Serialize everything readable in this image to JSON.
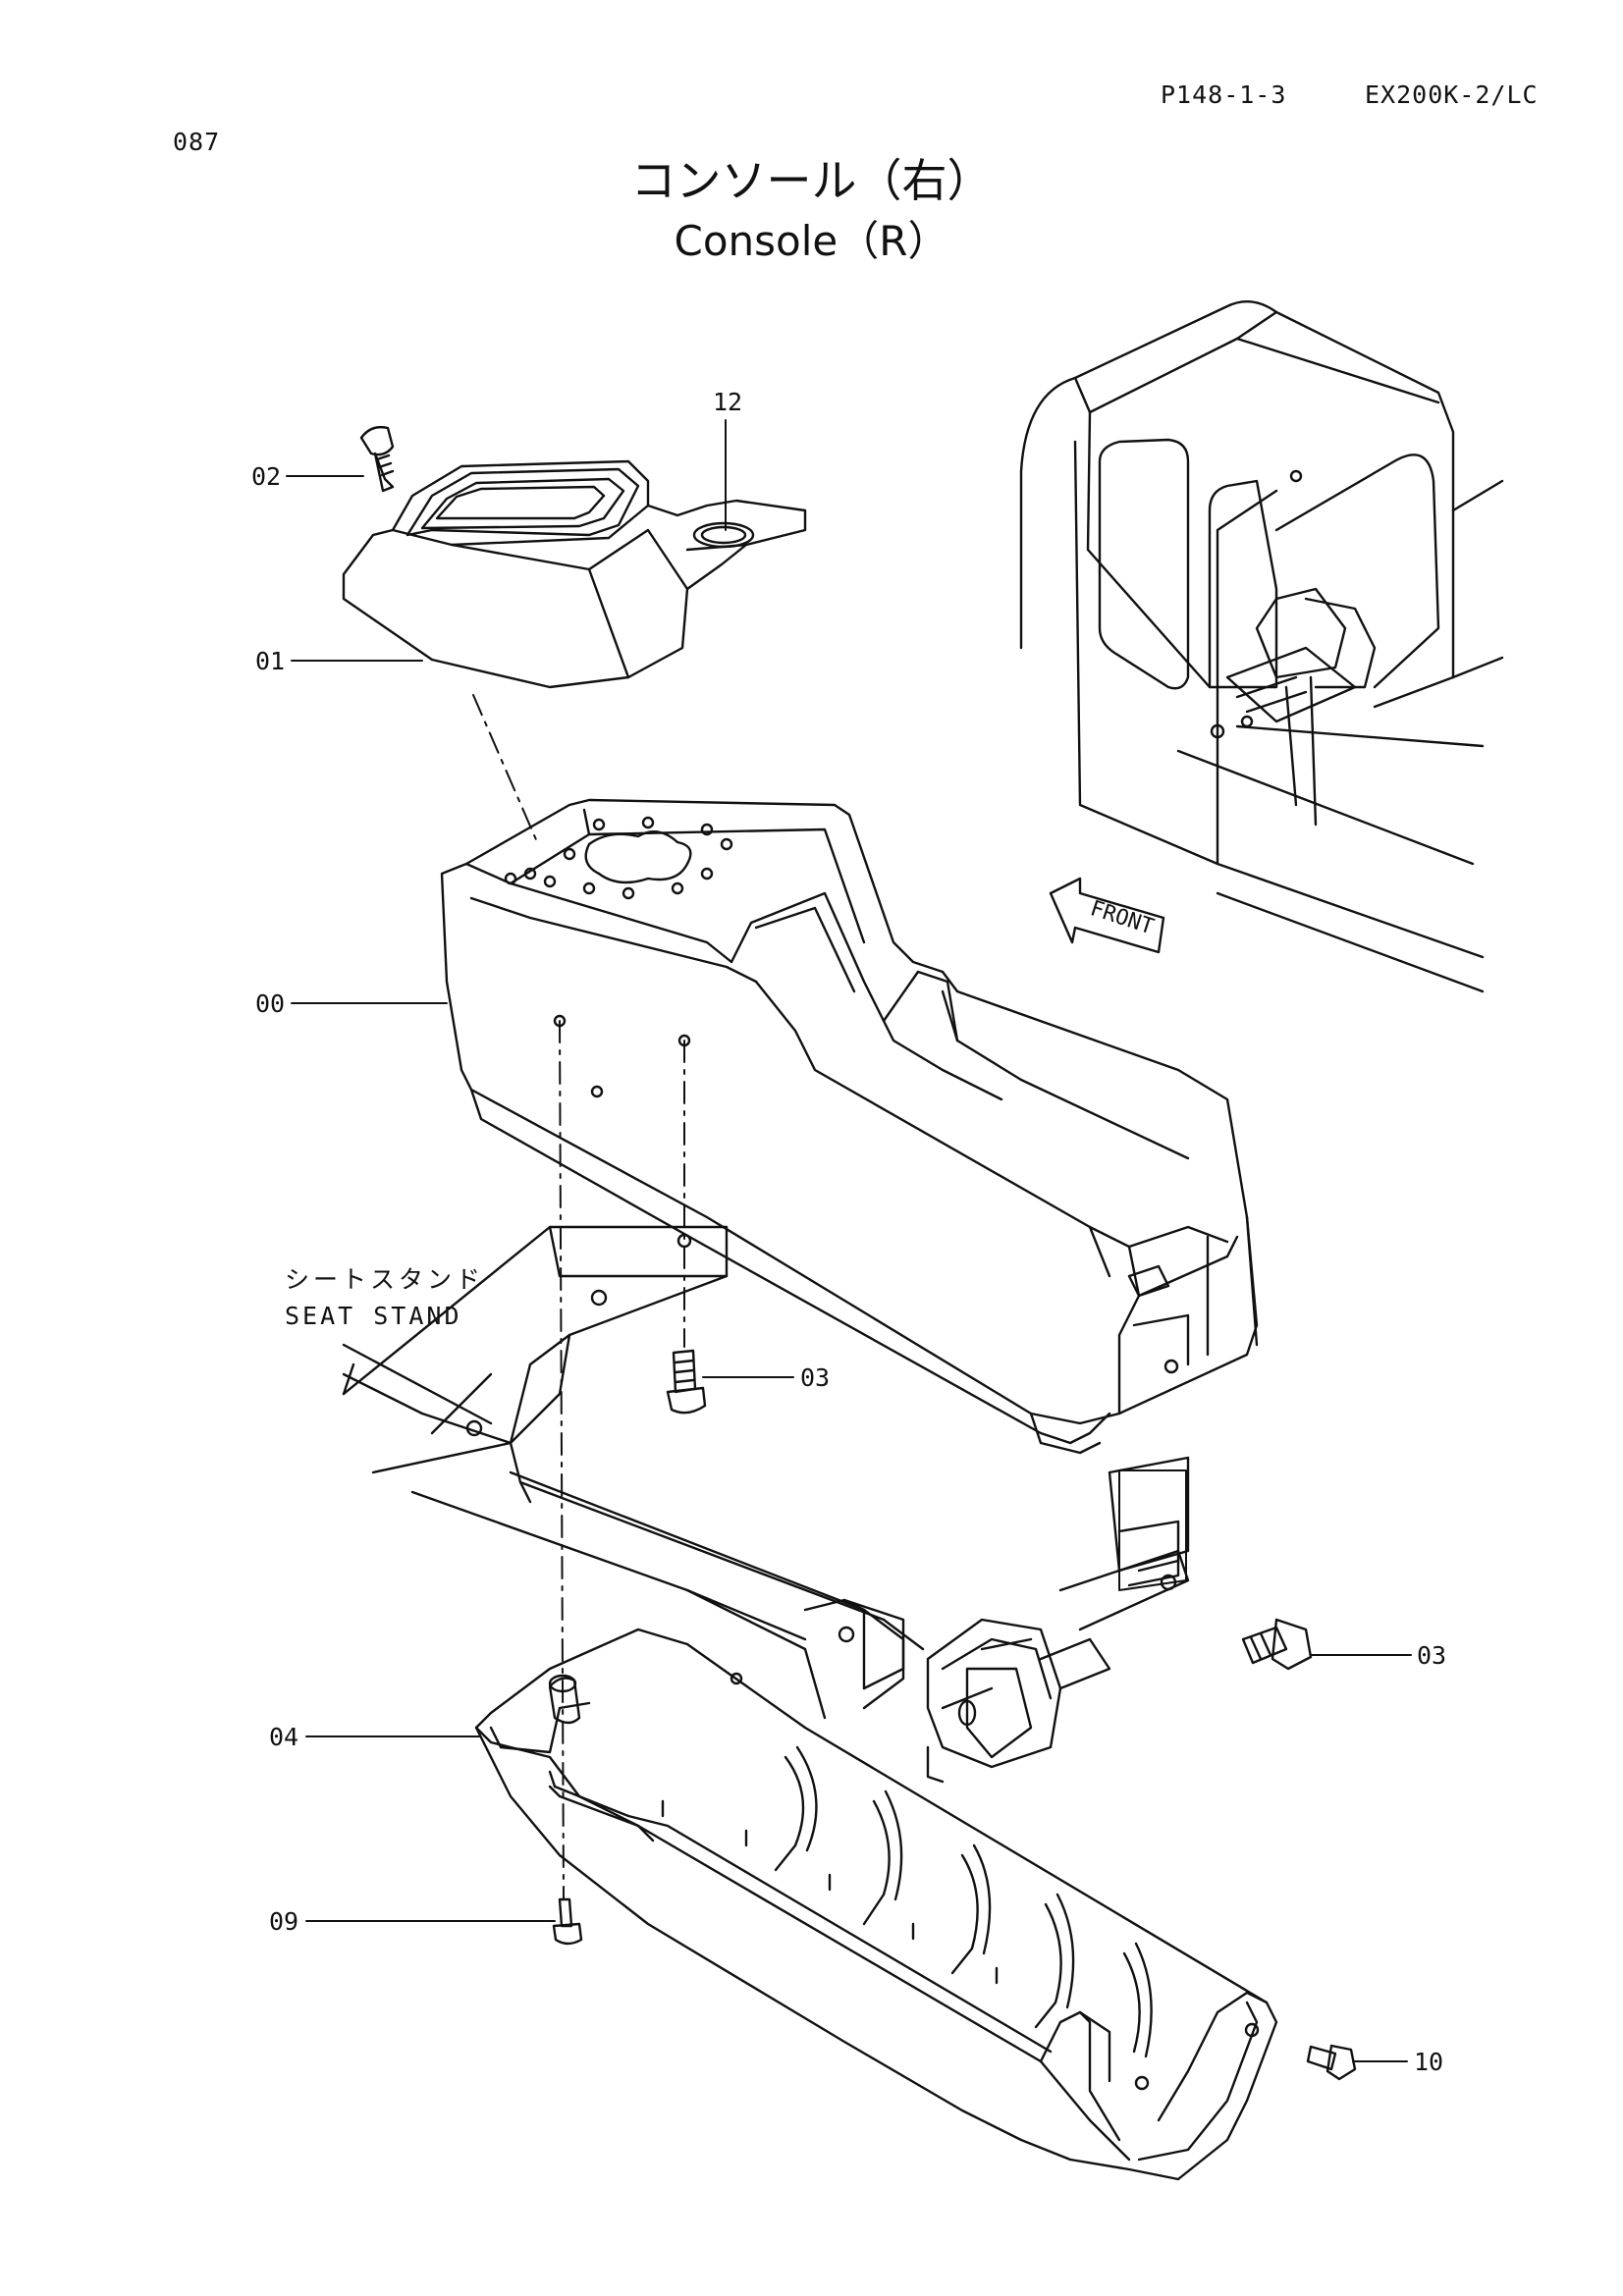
{
  "header": {
    "page_number": "087",
    "page_code": "P148-1-3",
    "model": "EX200K-2/LC"
  },
  "title": {
    "japanese": "コンソール（右）",
    "english": "Console（R）"
  },
  "labels": {
    "seat_stand_jp": "シートスタンド",
    "seat_stand_en": "SEAT STAND",
    "front": "FRONT"
  },
  "callouts": [
    {
      "id": "part-00",
      "text": "00"
    },
    {
      "id": "part-01",
      "text": "01"
    },
    {
      "id": "part-02",
      "text": "02"
    },
    {
      "id": "part-03a",
      "text": "03"
    },
    {
      "id": "part-03b",
      "text": "03"
    },
    {
      "id": "part-04",
      "text": "04"
    },
    {
      "id": "part-09",
      "text": "09"
    },
    {
      "id": "part-10",
      "text": "10"
    },
    {
      "id": "part-12",
      "text": "12"
    }
  ]
}
